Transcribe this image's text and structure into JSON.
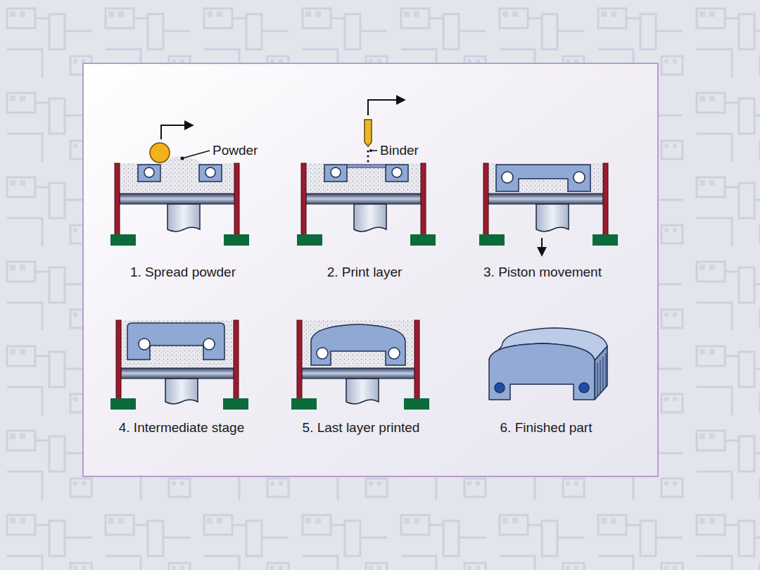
{
  "diagram": {
    "labels": [
      "Powder",
      "Binder",
      "1. Spread powder",
      "2. Print layer",
      "3. Piston movement",
      "4. Intermediate stage",
      "5. Last layer printed",
      "6. Finished part"
    ]
  }
}
